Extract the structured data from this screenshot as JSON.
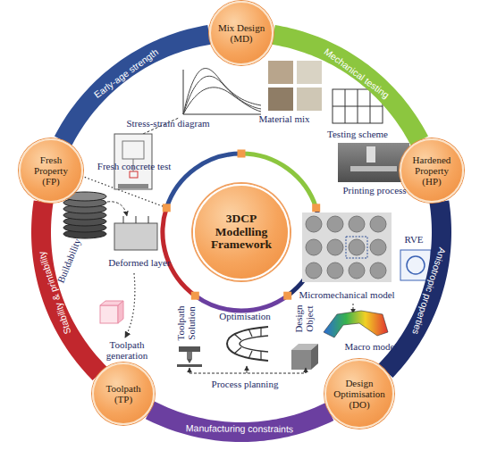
{
  "diagram": {
    "nodes": [
      {
        "text": [
          "Mix Design (MD)"
        ]
      },
      {
        "text": [
          "Fresh Property (FP)"
        ]
      },
      {
        "text": [
          "Hardened Property (HP)"
        ]
      },
      {
        "text": [
          "3DCP Modelling Framework"
        ]
      },
      {
        "text": [
          "Toolpath (TP)"
        ]
      },
      {
        "text": [
          "Design Optimisation (DO)"
        ]
      }
    ],
    "edges": [
      {
        "from": 1,
        "to": 0,
        "label": "Early-age strength",
        "arrow": "none"
      },
      {
        "from": 0,
        "to": 2,
        "label": "Mechanical testing",
        "arrow": "none"
      },
      {
        "from": 2,
        "to": 5,
        "label": "Anisotropic properties",
        "arrow": "none"
      },
      {
        "from": 5,
        "to": 4,
        "label": "Manufacturing constraints",
        "arrow": "none"
      },
      {
        "from": 4,
        "to": 1,
        "label": "Stability & printability",
        "arrow": "none"
      }
    ],
    "labels": [
      "Stress-strain diagram",
      "Fresh concrete test",
      "Material mix",
      "Testing scheme",
      "Printing process",
      "RVE",
      "Micromechanical model",
      "Macro model",
      "Buildability",
      "Deformed layer",
      "Toolpath generation",
      "Toolpath Solution",
      "Optimisation",
      "Design Object",
      "Process planning"
    ]
  }
}
